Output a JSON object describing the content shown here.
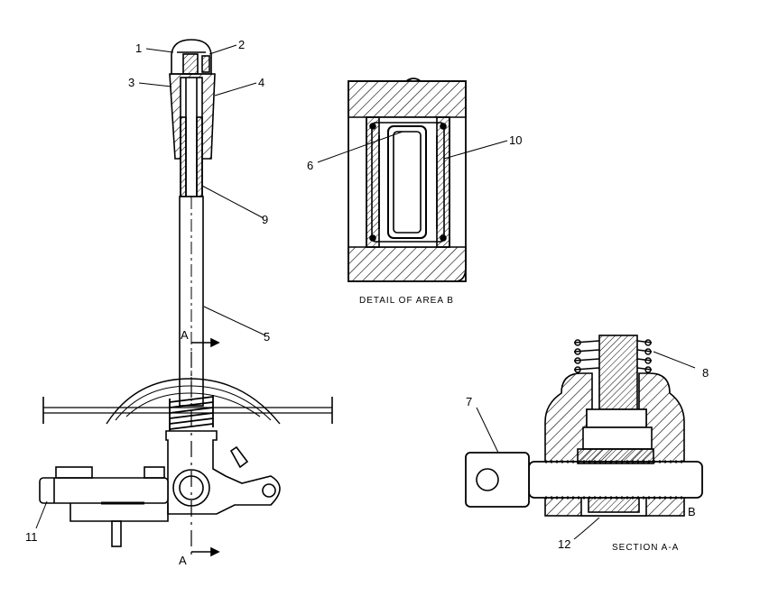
{
  "callouts": {
    "c1": "1",
    "c2": "2",
    "c3": "3",
    "c4": "4",
    "c5": "5",
    "c6": "6",
    "c7": "7",
    "c8": "8",
    "c9": "9",
    "c10": "10",
    "c11": "11",
    "c12": "12"
  },
  "section_markers": {
    "a_top": "A",
    "a_bottom": "A",
    "b": "B"
  },
  "captions": {
    "detail": "DETAIL OF AREA B",
    "section": "SECTION A-A"
  }
}
